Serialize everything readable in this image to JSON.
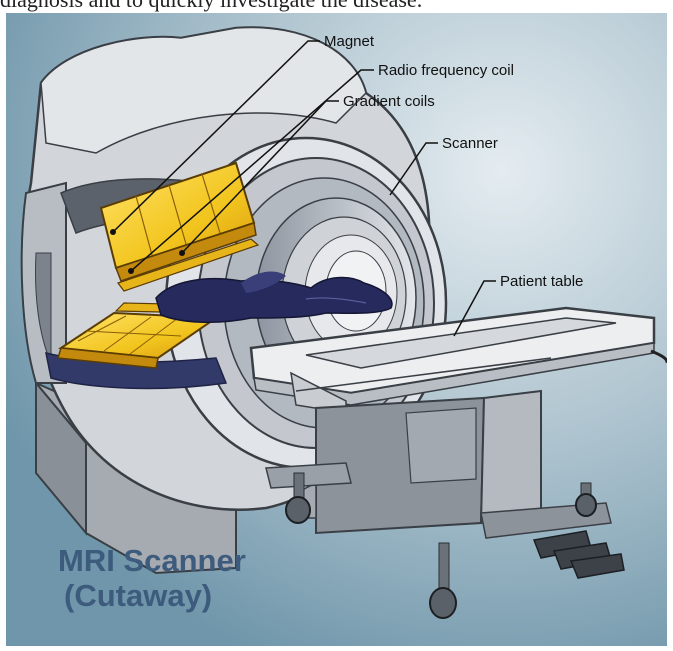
{
  "header_fragment": "diagnosis and to quickly investigate the disease.",
  "labels": {
    "magnet": "Magnet",
    "rf_coil": "Radio frequency coil",
    "gradient_coils": "Gradient coils",
    "scanner": "Scanner",
    "patient_table": "Patient table"
  },
  "caption": {
    "line1": "MRI Scanner",
    "line2": "(Cutaway)"
  },
  "colors": {
    "background": "#7fa3b6",
    "scanner_body": "#d2d5d9",
    "magnet_yellow": "#f2c51e",
    "patient_navy": "#262a5c",
    "caption_blue": "#3d5b7d"
  }
}
